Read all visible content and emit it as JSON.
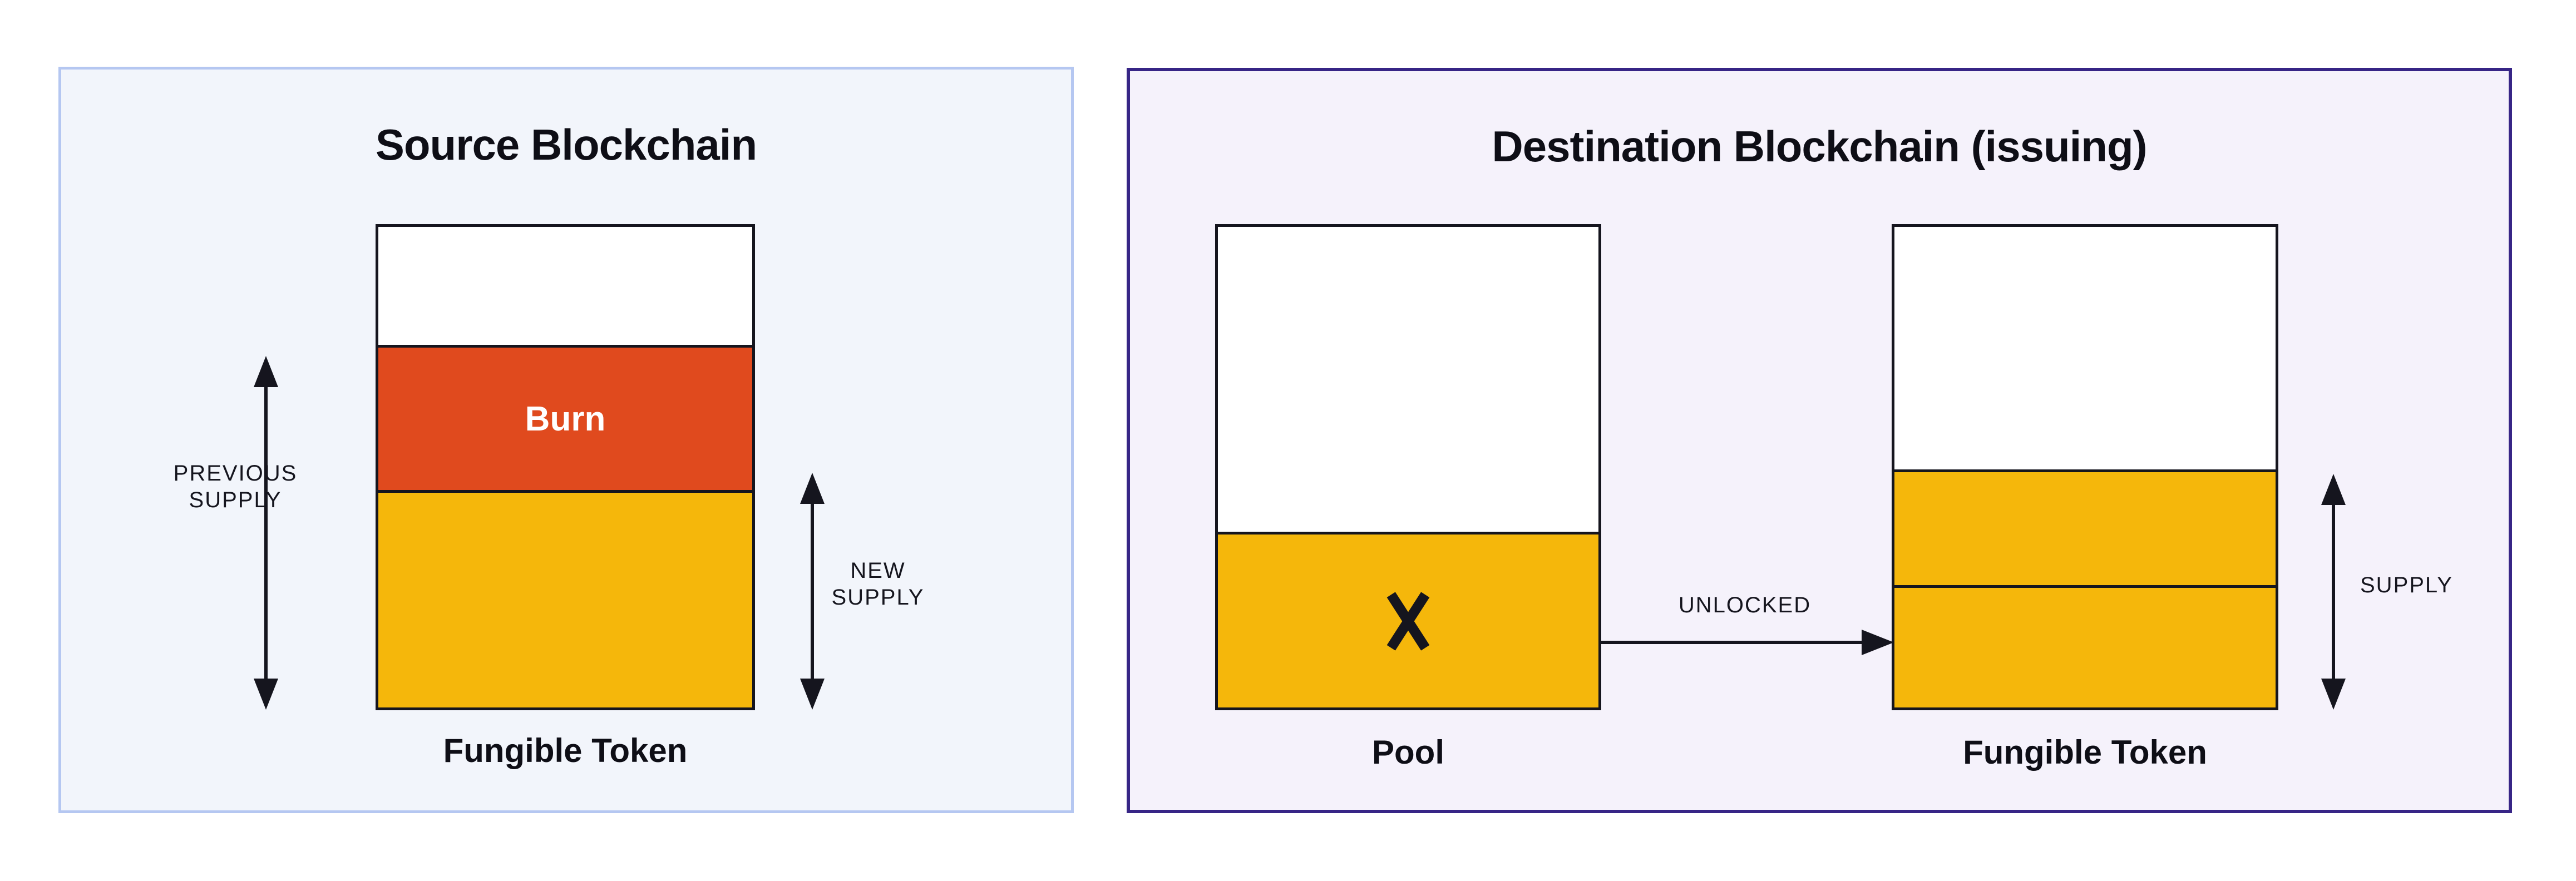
{
  "colors": {
    "page_bg": "#ffffff",
    "left_panel_bg": "#f2f5fb",
    "left_panel_border": "#b5c7f1",
    "right_panel_bg": "#f5f2fb",
    "right_panel_border": "#372586",
    "outline": "#15151e",
    "ink": "#15151e",
    "ink_strong": "#0e0e16",
    "burn": "#e04a1e",
    "token_yellow": "#f5b70b",
    "burn_text": "#ffffff"
  },
  "source_panel": {
    "title": "Source Blockchain",
    "token_bar_caption": "Fungible Token",
    "previous_supply_label": "PREVIOUS\nSUPPLY",
    "new_supply_label": "NEW\nSUPPLY"
  },
  "destination_panel": {
    "title": "Destination Blockchain (issuing)",
    "pool_caption": "Pool",
    "token_bar_caption": "Fungible Token",
    "unlocked_label": "UNLOCKED",
    "supply_label": "SUPPLY"
  },
  "bars": {
    "source_token": {
      "segments": [
        {
          "name": "source-empty-supply-segment",
          "color": "#ffffff",
          "fraction": 0.271,
          "label": ""
        },
        {
          "name": "burn-segment",
          "color": "#e04a1e",
          "fraction": 0.236,
          "label": "Burn"
        },
        {
          "name": "source-remaining-supply-segment",
          "color": "#f5b70b",
          "fraction": 0.493,
          "label": ""
        }
      ]
    },
    "pool": {
      "segments": [
        {
          "name": "pool-empty-segment",
          "color": "#ffffff",
          "fraction": 0.732,
          "label": ""
        },
        {
          "name": "pool-unlocked-tokens-segment",
          "color": "#f5b70b",
          "fraction": 0.268,
          "label": "",
          "mark": "cross"
        }
      ]
    },
    "destination_token": {
      "segments": [
        {
          "name": "destination-empty-supply-segment",
          "color": "#ffffff",
          "fraction": 0.511,
          "label": ""
        },
        {
          "name": "destination-existing-supply-segment",
          "color": "#f5b70b",
          "fraction": 0.237,
          "label": ""
        },
        {
          "name": "destination-newly-unlocked-segment",
          "color": "#f5b70b",
          "fraction": 0.252,
          "label": ""
        }
      ]
    }
  }
}
